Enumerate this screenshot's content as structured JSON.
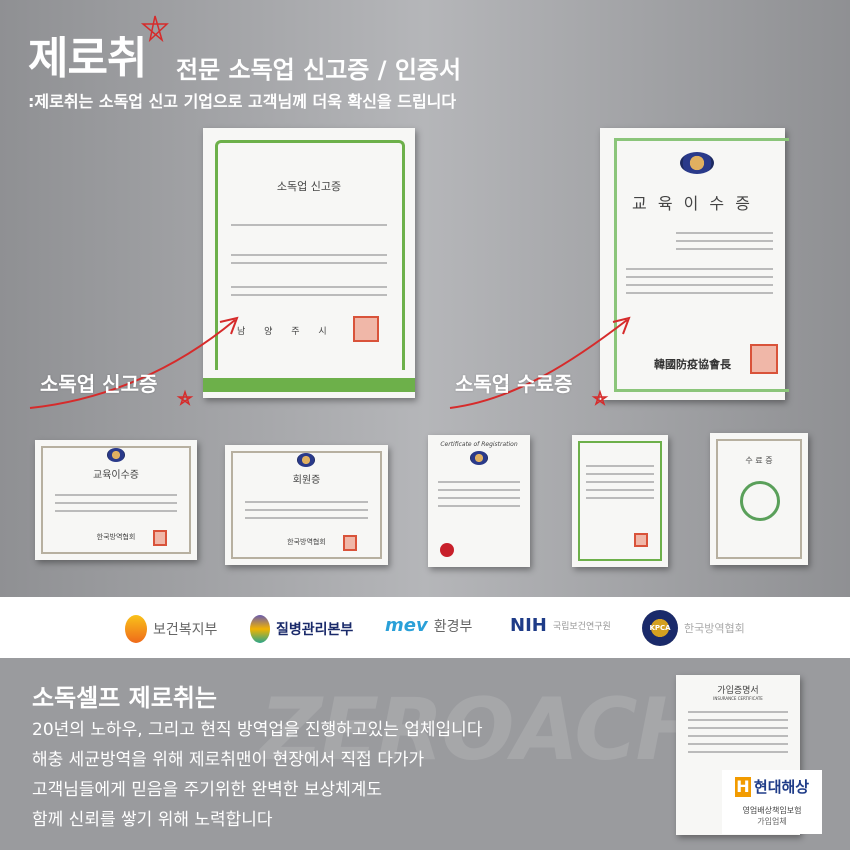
{
  "header": {
    "brand": "제로취",
    "subtitle": "전문 소독업 신고증 / 인증서",
    "tagline": ":제로취는 소독업 신고 기업으로 고객님께 더욱 확신을 드립니다"
  },
  "certificates": {
    "main": [
      {
        "title": "소독업 신고증",
        "issuer": "남 양 주 시",
        "label": "소독업 신고증"
      },
      {
        "title": "교 육 이 수 증",
        "issuer": "韓國防疫協會長",
        "label": "소독업 수료증"
      }
    ],
    "small": [
      {
        "title": "교육이수증",
        "issuer": "한국방역협회"
      },
      {
        "title": "회원증",
        "issuer": "한국방역협회"
      },
      {
        "title": "Certificate of Registration"
      },
      {
        "title": ""
      },
      {
        "title": "수 료 증"
      }
    ]
  },
  "logos": [
    {
      "name": "보건복지부",
      "icon": "mohw-logo"
    },
    {
      "name": "질병관리본부",
      "icon": "kcdc-logo"
    },
    {
      "name": "환경부",
      "icon": "me-logo",
      "mark": "mev"
    },
    {
      "name": "국립보건연구원",
      "icon": "nih-logo",
      "mark": "NIH"
    },
    {
      "name": "한국방역협회",
      "icon": "kpca-logo",
      "mark": "KPCA"
    }
  ],
  "about": {
    "heading": "소독셀프 제로취는",
    "lines": [
      "20년의 노하우, 그리고 현직 방역업을 진행하고있는 업체입니다",
      "해충 세균방역을 위해 제로취맨이 현장에서 직접 다가가",
      "고객님들에게 믿음을 주기위한 완벽한 보상체계도",
      "함께 신뢰를 쌓기 위해 노력합니다"
    ],
    "watermark": "ZEROACH"
  },
  "insurance": {
    "cert_title": "가입증명서",
    "cert_subtitle": "INSURANCE CERTIFICATE",
    "brand": "현대해상",
    "brand_mark": "H",
    "line1": "영업배상책임보험",
    "line2": "가입업체"
  },
  "colors": {
    "accent_red": "#d62b2b",
    "green": "#6db04a",
    "hyundai_orange": "#f29b00",
    "hyundai_blue": "#1f3c88"
  }
}
